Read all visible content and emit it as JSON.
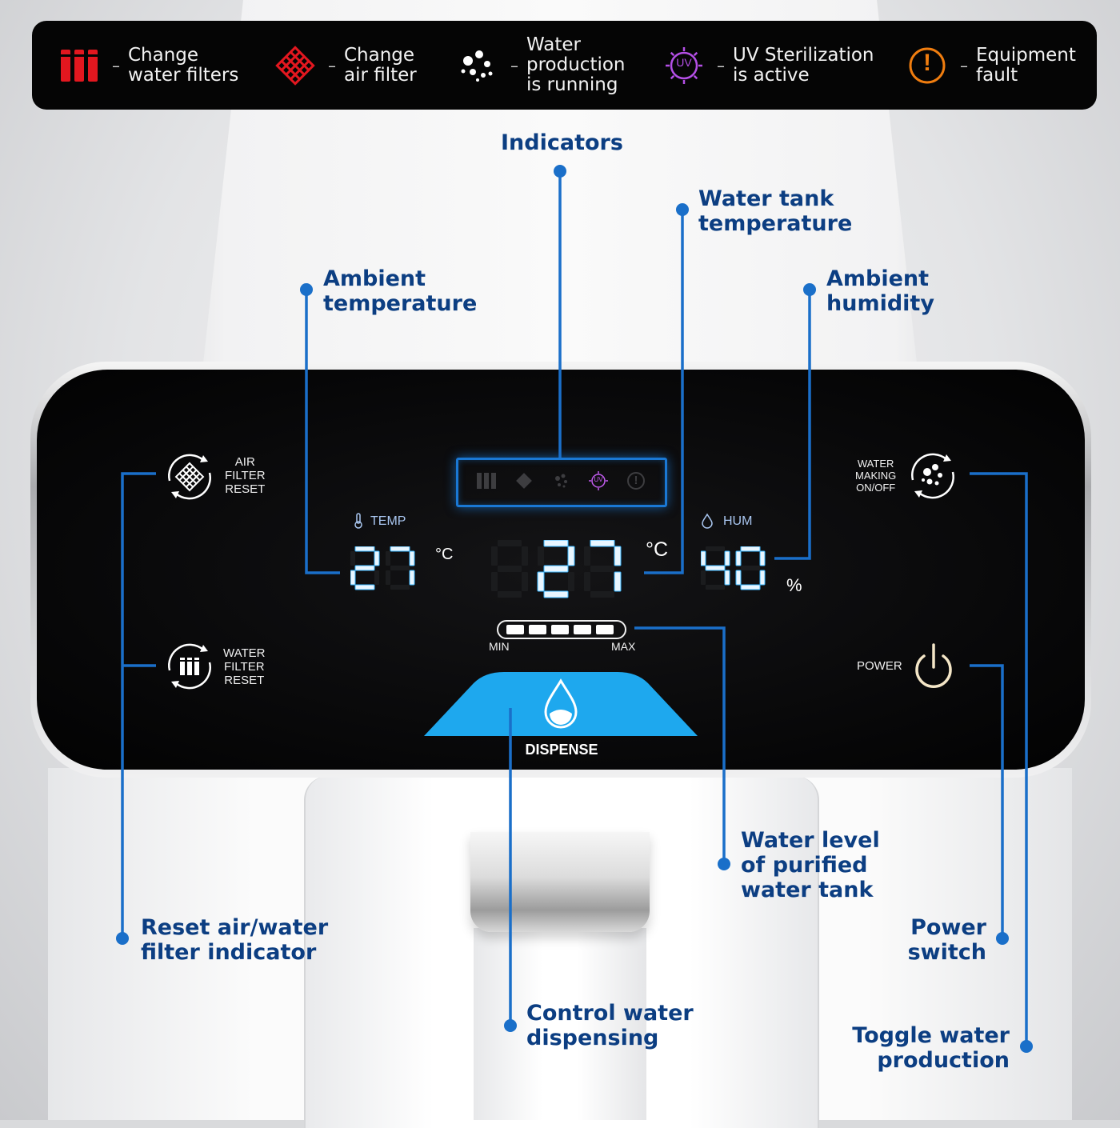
{
  "legend": [
    {
      "icon": "water-filters-icon",
      "label": "Change\nwater filters",
      "color": "#e3171f"
    },
    {
      "icon": "air-filter-icon",
      "label": "Change\nair filter",
      "color": "#e3171f"
    },
    {
      "icon": "water-production-icon",
      "label": "Water\nproduction\nis running",
      "color": "#ffffff"
    },
    {
      "icon": "uv-icon",
      "label": "UV Sterilization\nis active",
      "color": "#b44fe6",
      "glyph": "UV"
    },
    {
      "icon": "fault-icon",
      "label": "Equipment\nfault",
      "color": "#f07d0f",
      "glyph": "!"
    }
  ],
  "callouts": {
    "indicators": "Indicators",
    "water_tank_temperature": "Water tank\ntemperature",
    "ambient_temperature": "Ambient\ntemperature",
    "ambient_humidity": "Ambient\nhumidity",
    "water_level": "Water level\nof purified\nwater tank",
    "reset_filter": "Reset air/water\nfilter indicator",
    "power_switch": "Power\nswitch",
    "control_dispensing": "Control water\ndispensing",
    "toggle_production": "Toggle water\nproduction"
  },
  "panel": {
    "air_filter_reset": "AIR\nFILTER\nRESET",
    "water_filter_reset": "WATER\nFILTER\nRESET",
    "water_making": "WATER\nMAKING\nON/OFF",
    "power": "POWER",
    "temp_label": "TEMP",
    "hum_label": "HUM",
    "ambient_temp_value": "27",
    "ambient_temp_unit": "°C",
    "tank_temp_value": "27",
    "tank_temp_unit": "°C",
    "humidity_value": "40",
    "humidity_unit": "%",
    "level_min": "MIN",
    "level_max": "MAX",
    "water_level_segments": 5,
    "dispense": "DISPENSE",
    "uv_glyph": "UV",
    "fault_glyph": "!"
  },
  "colors": {
    "callout_text": "#0c3e82",
    "leader_line": "#1a6fc9",
    "display_digit": "#e9f6ff",
    "display_glow": "#38b6ff",
    "dispense_button": "#1ea8ee",
    "power_icon": "#f4e6c7"
  }
}
